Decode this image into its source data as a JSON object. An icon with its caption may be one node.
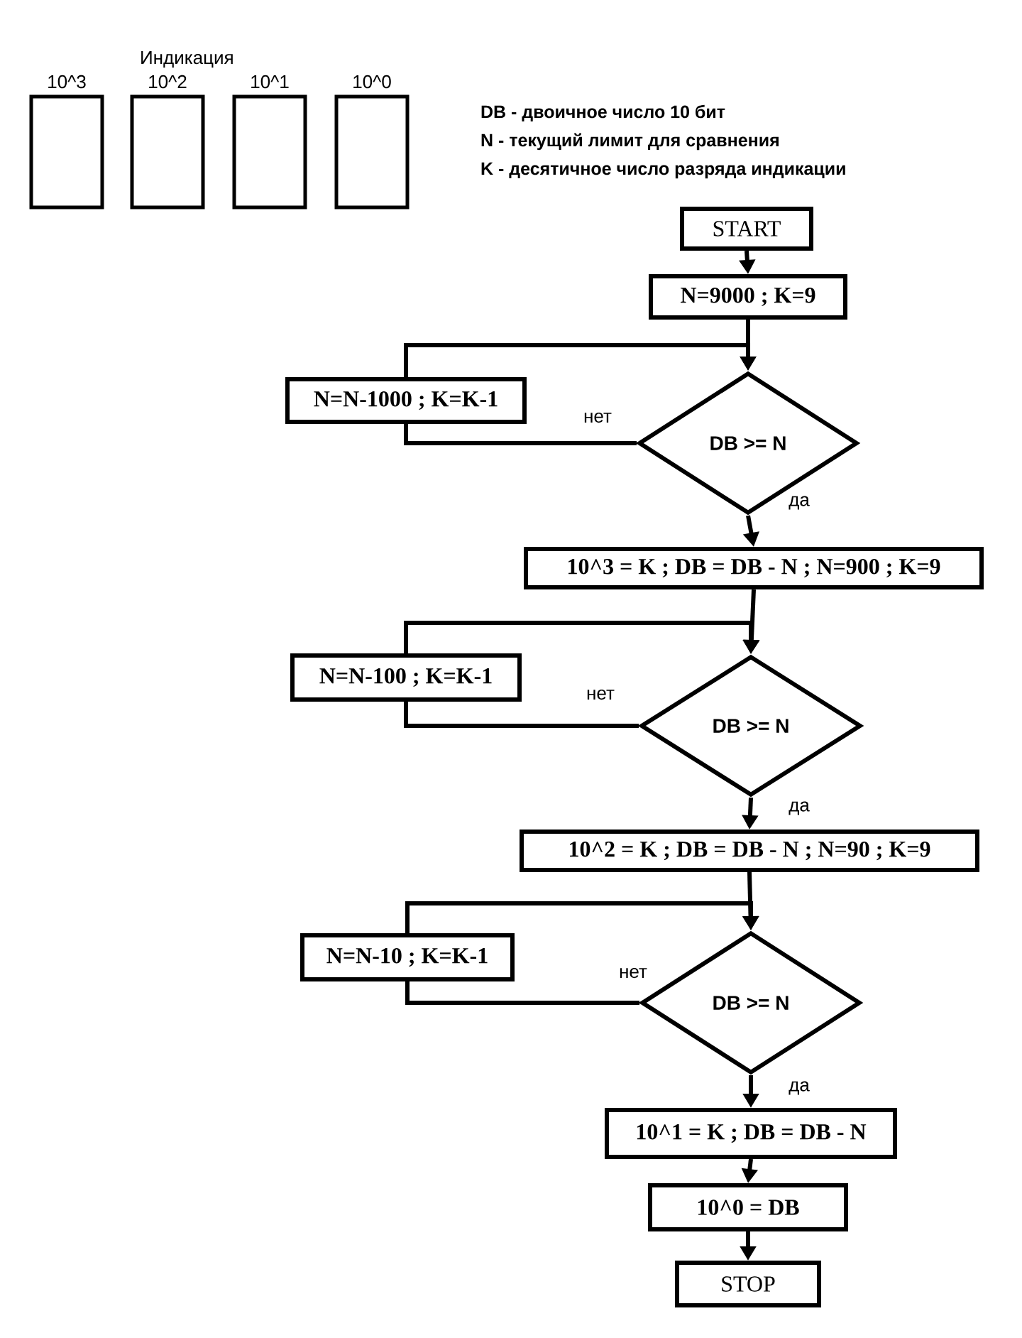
{
  "diagram": {
    "nodes": [
      {
        "text": [
          "10^3"
        ]
      },
      {
        "text": [
          "10^2"
        ]
      },
      {
        "text": [
          "10^1"
        ]
      },
      {
        "text": [
          "10^0"
        ]
      },
      {
        "text": [
          "START"
        ]
      },
      {
        "text": [
          "N=9000 ; K=9"
        ]
      },
      {
        "text": [
          "N=N-1000 ; K=K-1"
        ]
      },
      {
        "text": [
          "DB  >=  N"
        ]
      },
      {
        "text": [
          "10^3 = K ; DB = DB - N ; N=900 ; K=9"
        ]
      },
      {
        "text": [
          "N=N-100 ; K=K-1"
        ]
      },
      {
        "text": [
          "DB  >=  N"
        ]
      },
      {
        "text": [
          "10^2 = K ; DB = DB - N ; N=90 ; K=9"
        ]
      },
      {
        "text": [
          "N=N-10 ; K=K-1"
        ]
      },
      {
        "text": [
          "DB  >=  N"
        ]
      },
      {
        "text": [
          "10^1 = K ; DB = DB - N"
        ]
      },
      {
        "text": [
          "10^0 = DB"
        ]
      },
      {
        "text": [
          "STOP"
        ]
      }
    ],
    "edges": [
      {
        "from": 4,
        "to": 5,
        "arrow": "to"
      },
      {
        "from": 5,
        "to": 7,
        "arrow": "to"
      },
      {
        "from": 7,
        "to": 6,
        "arrow": "none",
        "label": "нет"
      },
      {
        "from": 6,
        "to": 7,
        "arrow": "to"
      },
      {
        "from": 7,
        "to": 8,
        "arrow": "to",
        "label": "да"
      },
      {
        "from": 8,
        "to": 10,
        "arrow": "to"
      },
      {
        "from": 10,
        "to": 9,
        "arrow": "none",
        "label": "нет"
      },
      {
        "from": 9,
        "to": 10,
        "arrow": "to"
      },
      {
        "from": 10,
        "to": 11,
        "arrow": "to",
        "label": "да"
      },
      {
        "from": 11,
        "to": 13,
        "arrow": "to"
      },
      {
        "from": 13,
        "to": 12,
        "arrow": "none",
        "label": "нет"
      },
      {
        "from": 12,
        "to": 13,
        "arrow": "to"
      },
      {
        "from": 13,
        "to": 14,
        "arrow": "to",
        "label": "да"
      },
      {
        "from": 14,
        "to": 15,
        "arrow": "to"
      },
      {
        "from": 15,
        "to": 16,
        "arrow": "to"
      }
    ],
    "labels": [
      "Индикация",
      "DB - двоичное число  10 бит",
      "N   - текущий лимит для сравнения",
      "K   - десятичное число разряда индикации"
    ]
  }
}
